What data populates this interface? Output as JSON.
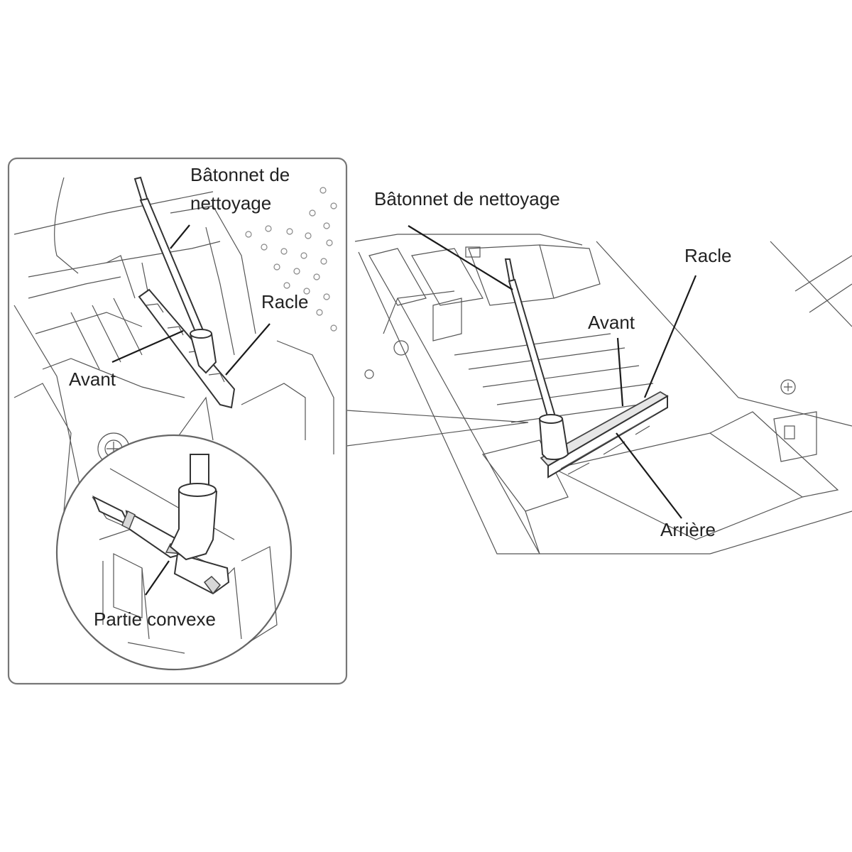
{
  "labels": {
    "inset_stick_line1": "Bâtonnet de",
    "inset_stick_line2": "nettoyage",
    "inset_racle": "Racle",
    "inset_avant": "Avant",
    "inset_convex": "Partie convexe",
    "main_stick": "Bâtonnet de nettoyage",
    "main_racle": "Racle",
    "main_avant": "Avant",
    "main_arriere": "Arrière"
  },
  "colors": {
    "line": "#333333",
    "frame": "#777777",
    "highlight": "#d8d8d8"
  }
}
